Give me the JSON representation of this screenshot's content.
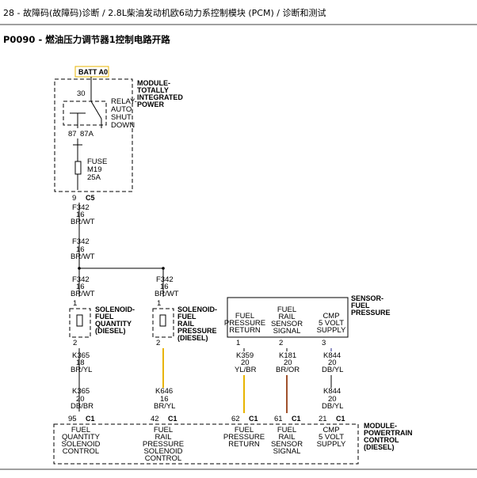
{
  "header": {
    "breadcrumb": "28 - 故障码(故障码)诊断 / 2.8L柴油发动机欧6动力系控制模块 (PCM) / 诊断和测试",
    "title": "P0090 - 燃油压力调节器1控制电路开路"
  },
  "diagram": {
    "batt": "BATT A0",
    "tipm": [
      "MODULE-",
      "TOTALLY",
      "INTEGRATED",
      "POWER"
    ],
    "relay": [
      "RELAY-",
      "AUTO",
      "SHUT",
      "DOWN"
    ],
    "relay_pins": {
      "p30": "30",
      "p87": "87",
      "p87a": "87A"
    },
    "fuse": [
      "FUSE",
      "M19",
      "25A"
    ],
    "c5": {
      "pin": "9",
      "conn": "C5"
    },
    "wire_f342_a": [
      "F342",
      "16",
      "BR/WT"
    ],
    "wire_f342_b": [
      "F342",
      "16",
      "BR/WT"
    ],
    "wire_f342_c": [
      "F342",
      "16",
      "BR/WT"
    ],
    "wire_f342_d": [
      "F342",
      "16",
      "BR/WT"
    ],
    "sol_qty": [
      "SOLENOID-",
      "FUEL",
      "QUANTITY",
      "(DIESEL)"
    ],
    "sol_rail": [
      "SOLENOID-",
      "FUEL",
      "RAIL",
      "PRESSURE",
      "(DIESEL)"
    ],
    "sensor_title": [
      "SENSOR-",
      "FUEL",
      "PRESSURE"
    ],
    "sensor_cols": [
      [
        "FUEL",
        "PRESSURE",
        "RETURN"
      ],
      [
        "FUEL",
        "RAIL",
        "SENSOR",
        "SIGNAL"
      ],
      [
        "CMP",
        "5 VOLT",
        "SUPPLY"
      ]
    ],
    "pin_1": "1",
    "pin_2": "2",
    "pin_3": "3",
    "wire_k365_a": [
      "K365",
      "18",
      "BR/YL"
    ],
    "wire_k365_b": [
      "K365",
      "20",
      "DB/BR"
    ],
    "wire_k646": [
      "K646",
      "16",
      "BR/YL"
    ],
    "wire_k359": [
      "K359",
      "20",
      "YL/BR"
    ],
    "wire_k181": [
      "K181",
      "20",
      "BR/OR"
    ],
    "wire_k844_a": [
      "K844",
      "20",
      "DB/YL"
    ],
    "wire_k844_b": [
      "K844",
      "20",
      "DB/YL"
    ],
    "pcm_pins": [
      {
        "pin": "95",
        "conn": "C1"
      },
      {
        "pin": "42",
        "conn": "C1"
      },
      {
        "pin": "62",
        "conn": "C1"
      },
      {
        "pin": "61",
        "conn": "C1"
      },
      {
        "pin": "21",
        "conn": "C1"
      }
    ],
    "pcm_cols": [
      [
        "FUEL",
        "QUANTITY",
        "SOLENOID",
        "CONTROL"
      ],
      [
        "FUEL",
        "RAIL",
        "PRESSURE",
        "SOLENOID",
        "CONTROL"
      ],
      [
        "FUEL",
        "PRESSURE",
        "RETURN"
      ],
      [
        "FUEL",
        "RAIL",
        "SENSOR",
        "SIGNAL"
      ],
      [
        "CMP",
        "5 VOLT",
        "SUPPLY"
      ]
    ],
    "pcm_title": [
      "MODULE-",
      "POWERTRAIN",
      "CONTROL",
      "(DIESEL)"
    ],
    "colors": {
      "yellow": "#e8b400",
      "brown": "#a0522d",
      "blue": "#6b6bb0"
    }
  }
}
